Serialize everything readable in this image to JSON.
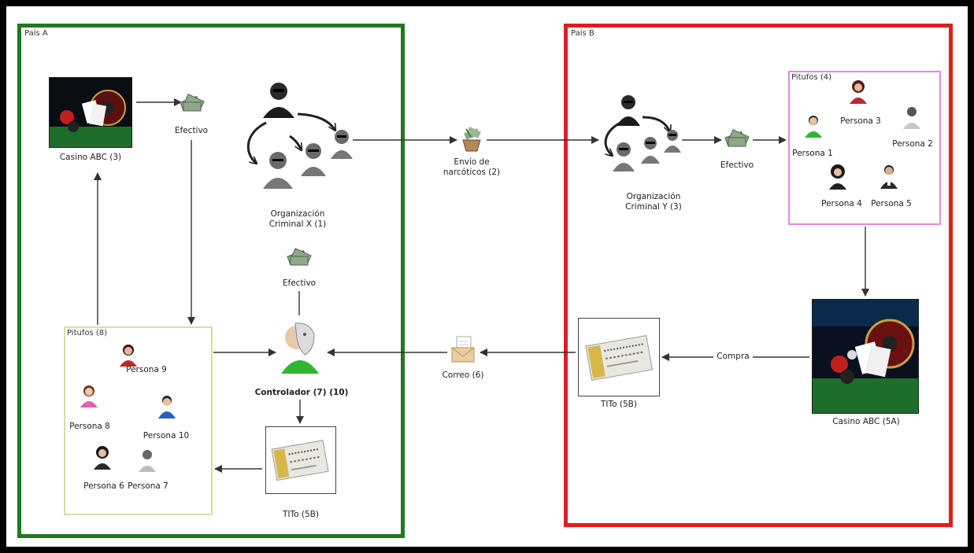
{
  "regions": {
    "country_a": {
      "label": "País A",
      "color": "#1f7a1f"
    },
    "country_b": {
      "label": "País B",
      "color": "#e01e1e"
    },
    "smurfs_b": {
      "label": "Pitufos (4)",
      "color": "#e08ce0"
    },
    "smurfs_a": {
      "label": "Pitufos (8)",
      "color": "#cfe39b"
    }
  },
  "nodes": {
    "casino_abc_3": "Casino ABC (3)",
    "cash_a_top": "Efectivo",
    "org_x_line1": "Organización",
    "org_x_line2": "Criminal X (1)",
    "cash_a_mid": "Efectivo",
    "shipment_line1": "Envío de",
    "shipment_line2": "narcóticos (2)",
    "org_y_line1": "Organización",
    "org_y_line2": "Criminal Y (3)",
    "cash_b": "Efectivo",
    "persona_1": "Persona 1",
    "persona_2": "Persona 2",
    "persona_3": "Persona 3",
    "persona_4": "Persona 4",
    "persona_5": "Persona 5",
    "persona_6": "Persona 6",
    "persona_7": "Persona 7",
    "persona_8": "Persona 8",
    "persona_9": "Persona 9",
    "persona_10": "Persona 10",
    "controller": "Controlador (7) (10)",
    "tito_5b_a": "TITo (5B)",
    "mail": "Correo (6)",
    "tito_5b_b": "TITo (5B)",
    "purchase": "Compra",
    "casino_abc_5a": "Casino ABC (5A)"
  },
  "colors": {
    "green_person": "#2db82d",
    "red_person": "#c0282e",
    "pink_person": "#e65fb0",
    "blue_person": "#2a5fc0",
    "grey_person": "#9a9a9a",
    "dark_person": "#2a2a2a",
    "cash": "#8fa88a"
  }
}
